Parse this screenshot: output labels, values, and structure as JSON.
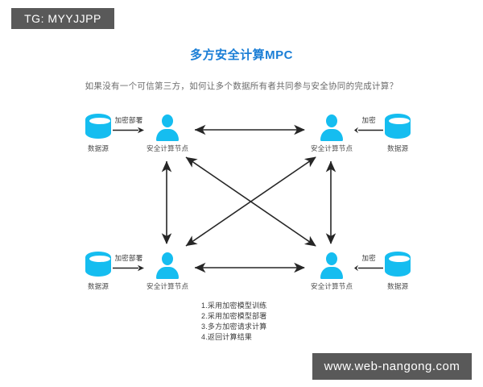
{
  "watermarks": {
    "top": "TG: MYYJJPP",
    "bottom": "www.web-nangong.com"
  },
  "heading": {
    "title": "多方安全计算MPC",
    "subtitle": "如果没有一个可信第三方，如何让多个数据所有者共同参与安全协同的完成计算？"
  },
  "colors": {
    "title": "#1a7ed6",
    "icon": "#15bdf0",
    "arrow": "#262626",
    "watermark_bg": "#595959",
    "text": "#3c3c3c"
  },
  "nodes": [
    {
      "id": "top-left",
      "node_label": "安全计算节点",
      "source_label": "数据源",
      "link_label": "加密部署",
      "direction": "ltr"
    },
    {
      "id": "top-right",
      "node_label": "安全计算节点",
      "source_label": "数据源",
      "link_label": "加密",
      "direction": "rtl"
    },
    {
      "id": "bottom-left",
      "node_label": "安全计算节点",
      "source_label": "数据源",
      "link_label": "加密部署",
      "direction": "ltr"
    },
    {
      "id": "bottom-right",
      "node_label": "安全计算节点",
      "source_label": "数据源",
      "link_label": "加密",
      "direction": "rtl"
    }
  ],
  "connections": [
    {
      "id": "top-edge",
      "from": "top-left",
      "to": "top-right",
      "bidirectional": true
    },
    {
      "id": "bottom-edge",
      "from": "bottom-left",
      "to": "bottom-right",
      "bidirectional": true
    },
    {
      "id": "left-edge",
      "from": "top-left",
      "to": "bottom-left",
      "bidirectional": true
    },
    {
      "id": "right-edge",
      "from": "top-right",
      "to": "bottom-right",
      "bidirectional": true
    },
    {
      "id": "diagonal-a",
      "from": "top-left",
      "to": "bottom-right",
      "bidirectional": true
    },
    {
      "id": "diagonal-b",
      "from": "bottom-left",
      "to": "top-right",
      "bidirectional": true
    }
  ],
  "steps": [
    "1.采用加密模型训练",
    "2.采用加密模型部署",
    "3.多方加密请求计算",
    "4.返回计算结果"
  ]
}
